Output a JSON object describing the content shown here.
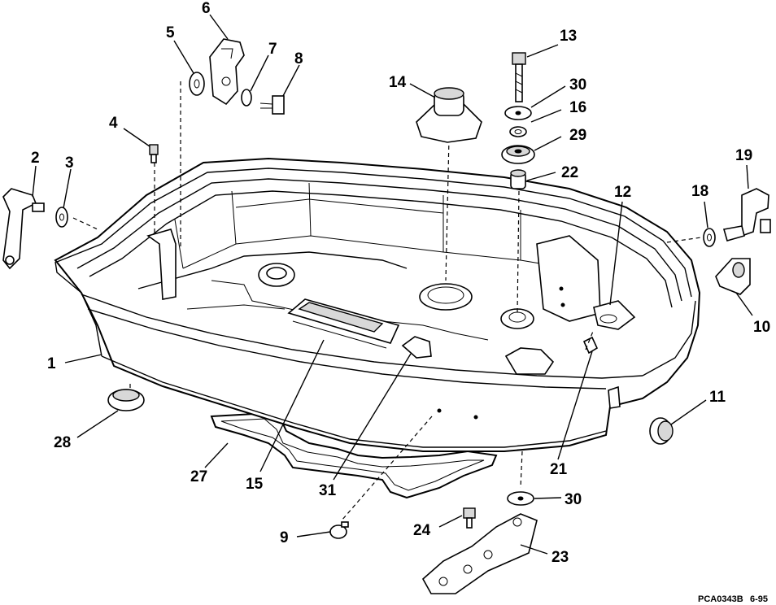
{
  "callouts": [
    {
      "id": "1",
      "label": "1"
    },
    {
      "id": "2",
      "label": "2"
    },
    {
      "id": "3",
      "label": "3"
    },
    {
      "id": "4",
      "label": "4"
    },
    {
      "id": "5",
      "label": "5"
    },
    {
      "id": "6",
      "label": "6"
    },
    {
      "id": "7",
      "label": "7"
    },
    {
      "id": "8",
      "label": "8"
    },
    {
      "id": "9",
      "label": "9"
    },
    {
      "id": "10",
      "label": "10"
    },
    {
      "id": "11",
      "label": "11"
    },
    {
      "id": "12",
      "label": "12"
    },
    {
      "id": "13",
      "label": "13"
    },
    {
      "id": "14",
      "label": "14"
    },
    {
      "id": "15",
      "label": "15"
    },
    {
      "id": "16",
      "label": "16"
    },
    {
      "id": "18",
      "label": "18"
    },
    {
      "id": "19",
      "label": "19"
    },
    {
      "id": "21",
      "label": "21"
    },
    {
      "id": "22",
      "label": "22"
    },
    {
      "id": "23",
      "label": "23"
    },
    {
      "id": "24",
      "label": "24"
    },
    {
      "id": "27",
      "label": "27"
    },
    {
      "id": "28",
      "label": "28"
    },
    {
      "id": "29",
      "label": "29"
    },
    {
      "id": "30a",
      "label": "30"
    },
    {
      "id": "30b",
      "label": "30"
    },
    {
      "id": "31",
      "label": "31"
    }
  ],
  "footer": {
    "code": "PCA0343B",
    "date": "6-95"
  }
}
